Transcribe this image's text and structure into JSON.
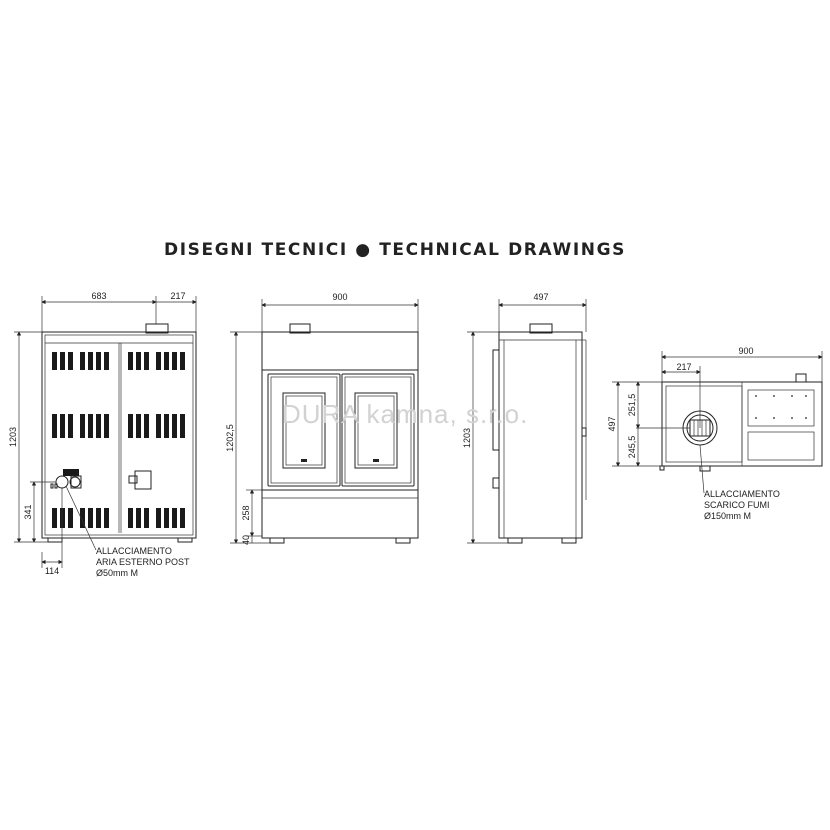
{
  "title": "DISEGNI TECNICI ● TECHNICAL DRAWINGS",
  "watermark": "DURA kamna, s.r.o.",
  "views": {
    "rear": {
      "dim_top_left": "683",
      "dim_top_right": "217",
      "dim_height": "1203",
      "dim_inlet_height": "341",
      "dim_inlet_offset": "114",
      "note_lines": [
        "ALLACCIAMENTO",
        "ARIA ESTERNO POST",
        "Ø50mm M"
      ]
    },
    "front": {
      "dim_width": "900",
      "dim_height": "1202,5",
      "dim_door_base": "258",
      "dim_feet": "40"
    },
    "side": {
      "dim_depth": "497",
      "dim_height": "1203"
    },
    "top": {
      "dim_width": "900",
      "dim_flue_offset": "217",
      "dim_depth": "497",
      "dim_rear": "251,5",
      "dim_front": "245,5",
      "note_lines": [
        "ALLACCIAMENTO",
        "SCARICO FUMI",
        "Ø150mm M"
      ]
    }
  },
  "colors": {
    "line": "#222222",
    "watermark": "#d2d2d2"
  }
}
